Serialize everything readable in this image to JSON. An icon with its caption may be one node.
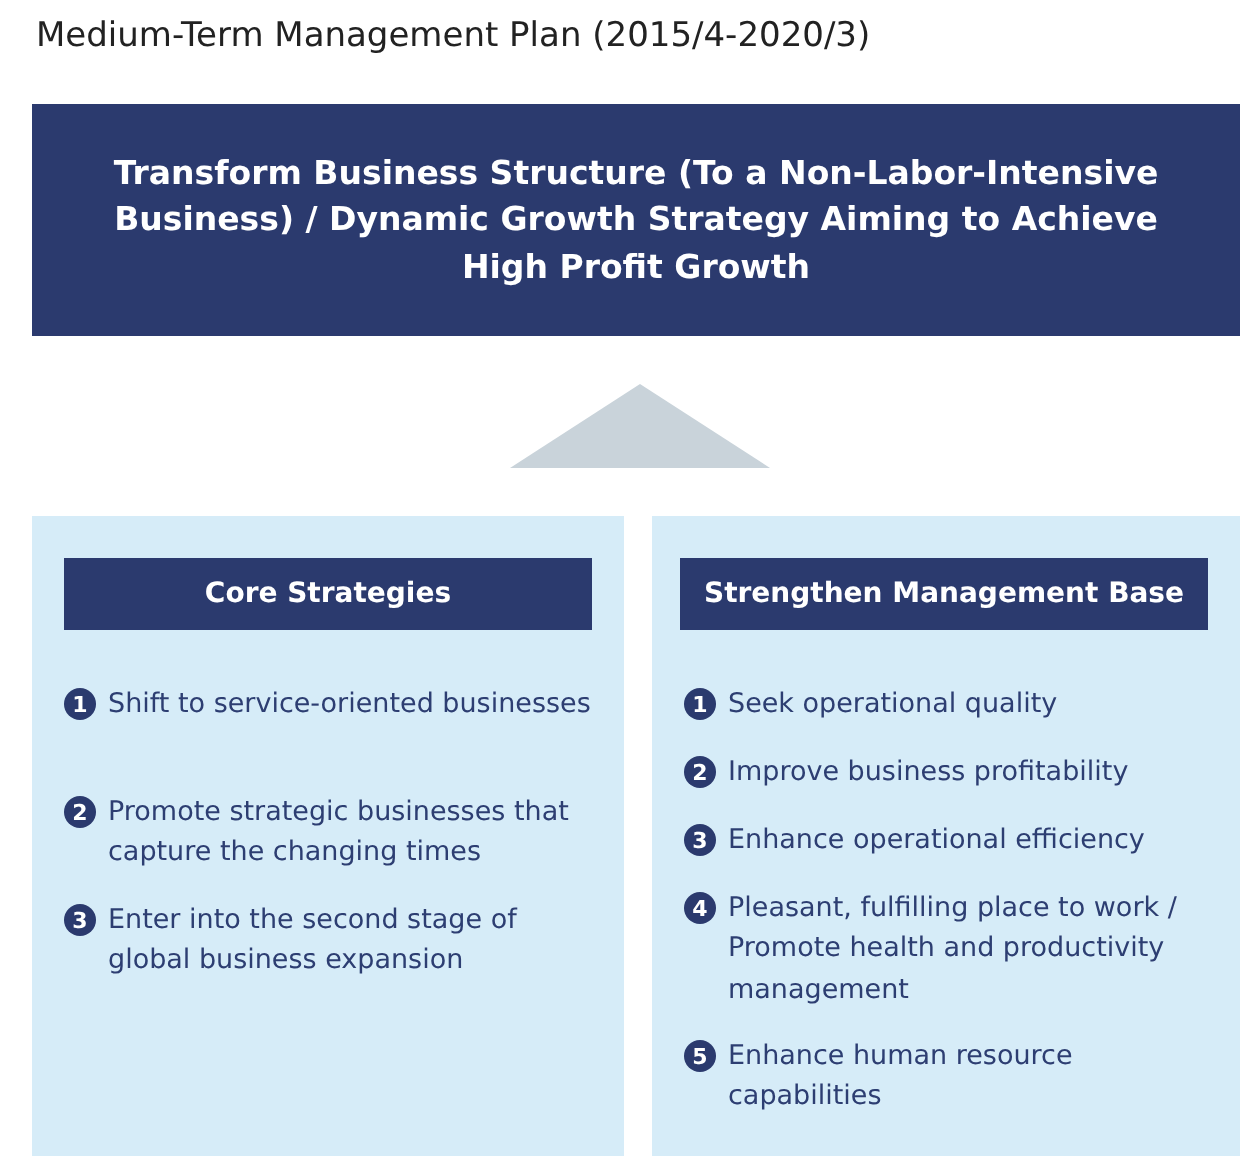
{
  "diagram": {
    "title": "Medium-Term Management Plan (2015/4-2020/3)",
    "nodes": [
      {
        "text": [
          "Transform Business Structure (To a Non-Labor-Intensive Business) / Dynamic Growth Strategy Aiming to Achieve High Profit Growth"
        ]
      },
      {
        "text": [
          "Shift to service-oriented businesses",
          "Promote strategic businesses that capture the changing times",
          "Enter into the second stage of global business expansion"
        ]
      },
      {
        "text": [
          "Core Strategies"
        ],
        "in": 1
      },
      {
        "text": [
          "Seek operational quality",
          "Improve business profitability",
          "Enhance operational efficiency",
          "Pleasant, fulfilling place to work / Promote health and productivity management",
          "Enhance human resource capabilities"
        ]
      },
      {
        "text": [
          "Strengthen Management Base"
        ],
        "in": 3
      }
    ],
    "labels": [
      "1",
      "2",
      "3",
      "1",
      "2",
      "3",
      "4",
      "5"
    ]
  }
}
